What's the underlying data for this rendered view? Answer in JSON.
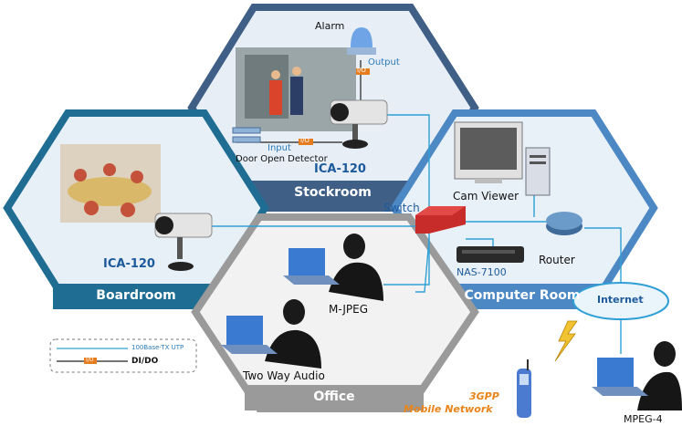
{
  "zones": {
    "stockroom": "Stockroom",
    "boardroom": "Boardroom",
    "computer_room": "Computer Room",
    "office": "Office"
  },
  "cameras": {
    "stockroom_model": "ICA-120",
    "boardroom_model": "ICA-120"
  },
  "stockroom": {
    "alarm": "Alarm",
    "output": "Output",
    "input": "Input",
    "io_tag": "I/O",
    "door_detector": "Door Open Detector"
  },
  "computer_room": {
    "cam_viewer": "Cam Viewer",
    "switch": "Switch",
    "router": "Router",
    "nas": "NAS-7100"
  },
  "office": {
    "mjpeg": "M-JPEG",
    "two_way_audio": "Two Way Audio"
  },
  "internet": {
    "cloud": "Internet",
    "mpeg4": "MPEG-4"
  },
  "mobile": {
    "line1": "3GPP",
    "line2": "Mobile Network"
  },
  "legend": {
    "utp": "100Base-TX UTP",
    "io_tag": "I/O",
    "dido": "DI/DO"
  },
  "colors": {
    "hex_stockroom": "#3f5f86",
    "hex_boardroom": "#1f6d93",
    "hex_computer": "#4c88c4",
    "hex_office": "#9a9a9a",
    "line": "#2f9fd6",
    "io": "#e57c1d"
  }
}
